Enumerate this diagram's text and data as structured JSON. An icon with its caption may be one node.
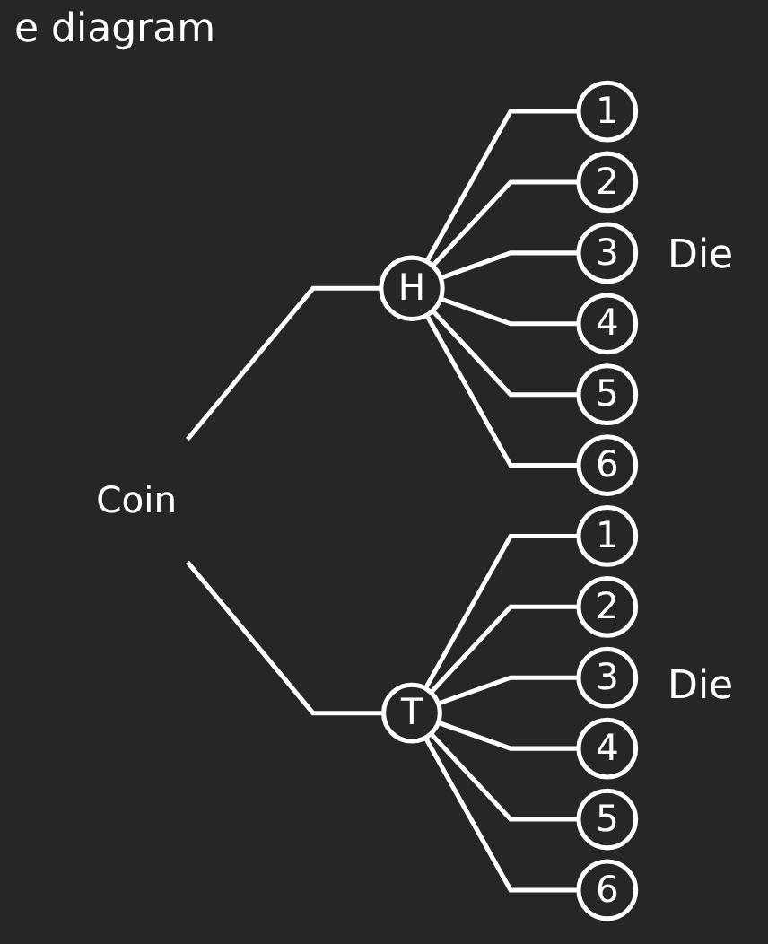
{
  "diagram": {
    "title": "e diagram",
    "nodes": [
      {
        "text": [
          "Coin"
        ]
      },
      {
        "text": [
          "H"
        ]
      },
      {
        "text": [
          "1"
        ]
      },
      {
        "text": [
          "2"
        ]
      },
      {
        "text": [
          "3"
        ]
      },
      {
        "text": [
          "4"
        ]
      },
      {
        "text": [
          "5"
        ]
      },
      {
        "text": [
          "6"
        ]
      },
      {
        "text": [
          "T"
        ]
      },
      {
        "text": [
          "1"
        ]
      },
      {
        "text": [
          "2"
        ]
      },
      {
        "text": [
          "3"
        ]
      },
      {
        "text": [
          "4"
        ]
      },
      {
        "text": [
          "5"
        ]
      },
      {
        "text": [
          "6"
        ]
      }
    ],
    "edges": [
      {
        "from": 0,
        "to": 1,
        "arrow": "none"
      },
      {
        "from": 0,
        "to": 8,
        "arrow": "none"
      },
      {
        "from": 1,
        "to": 2,
        "arrow": "none"
      },
      {
        "from": 1,
        "to": 3,
        "arrow": "none"
      },
      {
        "from": 1,
        "to": 4,
        "arrow": "none"
      },
      {
        "from": 1,
        "to": 5,
        "arrow": "none"
      },
      {
        "from": 1,
        "to": 6,
        "arrow": "none"
      },
      {
        "from": 1,
        "to": 7,
        "arrow": "none"
      },
      {
        "from": 8,
        "to": 9,
        "arrow": "none"
      },
      {
        "from": 8,
        "to": 10,
        "arrow": "none"
      },
      {
        "from": 8,
        "to": 11,
        "arrow": "none"
      },
      {
        "from": 8,
        "to": 12,
        "arrow": "none"
      },
      {
        "from": 8,
        "to": 13,
        "arrow": "none"
      },
      {
        "from": 8,
        "to": 14,
        "arrow": "none"
      }
    ],
    "labels": [
      "Die",
      "Die"
    ]
  }
}
